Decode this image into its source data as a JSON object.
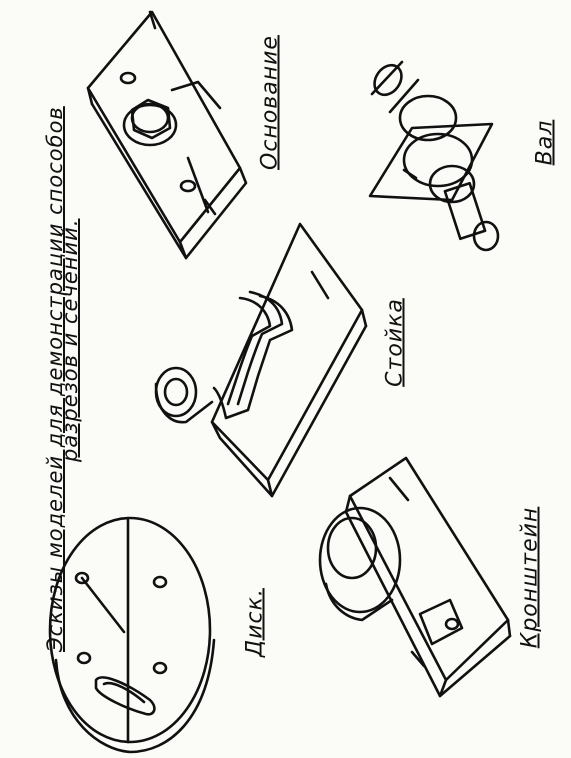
{
  "title": {
    "line1": "Эскизы моделей для демонстрации способов",
    "line2": "разрезов и сечений."
  },
  "labels": {
    "osnovanie": "Основание",
    "val": "Вал",
    "stoika": "Стойка",
    "disk": "Диск.",
    "kronshtein": "Кронштейн"
  },
  "colors": {
    "ink": "#111111",
    "paper": "#fbfbf8"
  }
}
